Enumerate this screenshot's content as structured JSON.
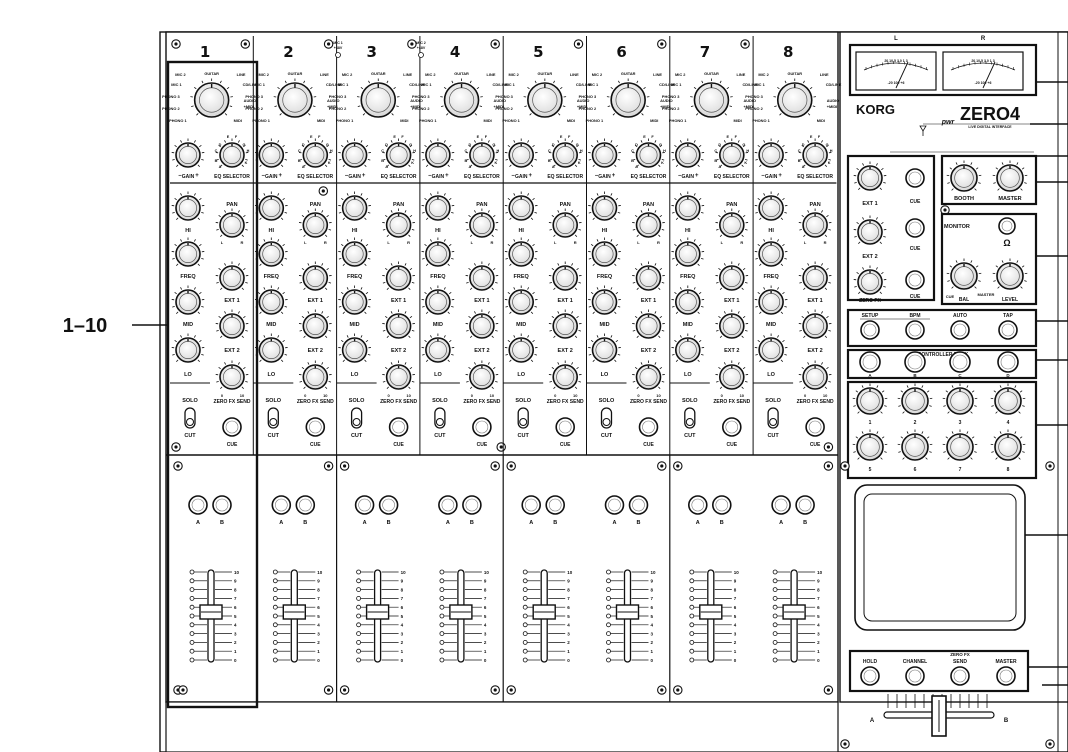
{
  "callout": {
    "label": "1–10"
  },
  "channels": [
    {
      "number": "1"
    },
    {
      "number": "2"
    },
    {
      "number": "3"
    },
    {
      "number": "4"
    },
    {
      "number": "5"
    },
    {
      "number": "6"
    },
    {
      "number": "7"
    },
    {
      "number": "8"
    }
  ],
  "top_notes": [
    "MIC 1\n+48V",
    "MIC 2\n+48V"
  ],
  "channel_strip": {
    "input_labels": [
      "MIC 2",
      "GUITAR",
      "LINE",
      "MIC 1",
      "CD/LINE",
      "PHONO 3",
      "AUDIO",
      "PHONO 2",
      "+MIDI",
      "PHONO 1",
      "MIDI"
    ],
    "gain": "GAIN",
    "eq_selector": "EQ SELECTOR",
    "eq_letters": [
      "D",
      "E",
      "F",
      "G",
      "H",
      "C",
      "B",
      "A",
      "K"
    ],
    "hi": "HI",
    "pan": "PAN",
    "pan_l": "L",
    "pan_r": "R",
    "freq": "FREQ",
    "mid": "MID",
    "lo": "LO",
    "ext1": "EXT 1",
    "ext2": "EXT 2",
    "zero_fx_send": "ZERO FX SEND",
    "solo": "SOLO",
    "cut": "CUT",
    "cue": "CUE",
    "a": "A",
    "b": "B",
    "fader_scale": [
      "10",
      "9",
      "8",
      "7",
      "6",
      "5",
      "4",
      "3",
      "2",
      "1",
      "0"
    ],
    "minus": "–",
    "plus": "+",
    "zero": "0",
    "ten": "10"
  },
  "master": {
    "meter_l": "L",
    "meter_r": "R",
    "meter_scale": "20 10 5 3 0 1 3",
    "korg": "KORG",
    "zero4": "ZERO4",
    "subtitle": "LIVE DIGITAL INTERFACE",
    "pwr": "pwr",
    "ext1": "EXT 1",
    "ext2": "EXT 2",
    "cue": "CUE",
    "zero_fx": "ZERO FX",
    "booth": "BOOTH",
    "master_knob": "MASTER",
    "monitor": "MONITOR",
    "headphone": "Ω",
    "cue_short": "CUE",
    "bal": "BAL",
    "master_short": "MASTER",
    "level": "LEVEL",
    "setup": "SETUP",
    "bpm": "BPM",
    "auto": "AUTO",
    "tap": "TAP",
    "controller_bank": "CONTROLLER BANK",
    "bank_letters": [
      "A",
      "B",
      "C",
      "D"
    ],
    "knob_numbers": [
      "1",
      "2",
      "3",
      "4",
      "5",
      "6",
      "7",
      "8"
    ],
    "hold": "HOLD",
    "channel": "CHANNEL",
    "send_top": "ZERO FX",
    "send": "SEND",
    "master_btn": "MASTER",
    "xf_a": "A",
    "xf_b": "B"
  }
}
